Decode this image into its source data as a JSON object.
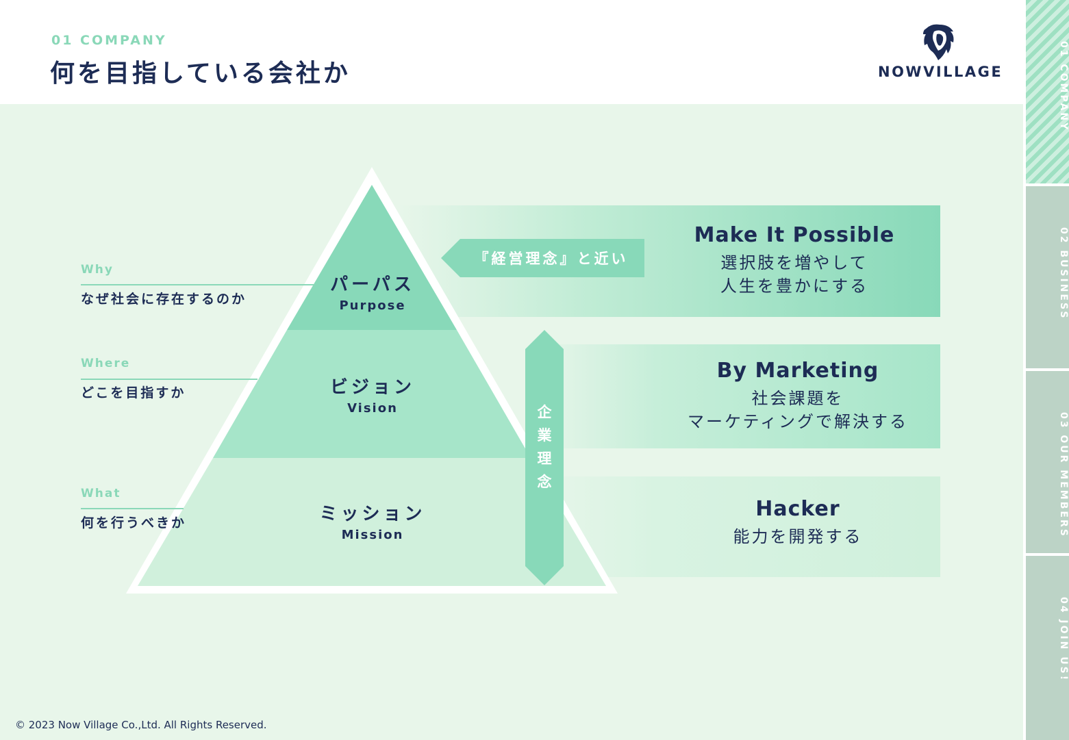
{
  "header": {
    "section_eyebrow": "01 COMPANY",
    "title": "何を目指している会社か",
    "brand": "NOWVILLAGE",
    "logo_icon": "lion-head-icon"
  },
  "side_nav": {
    "items": [
      {
        "label": "01 COMPANY",
        "active": true
      },
      {
        "label": "02 BUSINESS",
        "active": false
      },
      {
        "label": "03 OUR MEMBERS",
        "active": false
      },
      {
        "label": "04 JOIN US!",
        "active": false
      }
    ]
  },
  "pyramid": {
    "levels": [
      {
        "jp": "パーパス",
        "en": "Purpose",
        "question_en": "Why",
        "question_jp": "なぜ社会に存在するのか"
      },
      {
        "jp": "ビジョン",
        "en": "Vision",
        "question_en": "Where",
        "question_jp": "どこを目指すか"
      },
      {
        "jp": "ミッション",
        "en": "Mission",
        "question_en": "What",
        "question_jp": "何を行うべきか"
      }
    ],
    "callout": "『経営理念』と近い",
    "vertical_label": "企業理念"
  },
  "banners": [
    {
      "title": "Make It Possible",
      "line1": "選択肢を増やして",
      "line2": "人生を豊かにする"
    },
    {
      "title": "By Marketing",
      "line1": "社会課題を",
      "line2": "マーケティングで解決する"
    },
    {
      "title": "Hacker",
      "line1": "能力を開発する",
      "line2": ""
    }
  ],
  "footer": {
    "copyright": "© 2023  Now Village Co.,Ltd. All Rights Reserved."
  },
  "colors": {
    "navy": "#1d2c55",
    "mint_light": "#e8f6ea",
    "mint": "#8ad8b8",
    "purpose_fill": "#88d9b9",
    "vision_fill": "#a6e5c9",
    "mission_fill": "#d0f0dc"
  }
}
